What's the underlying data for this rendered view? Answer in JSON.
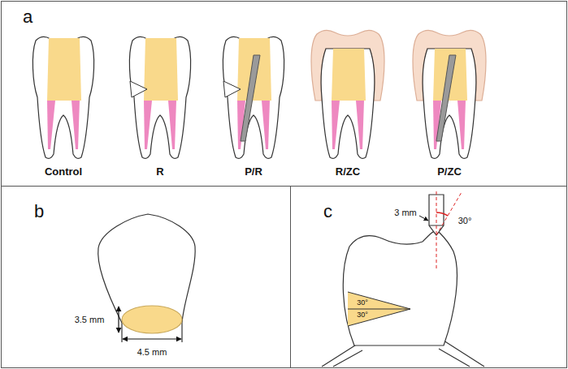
{
  "diagram": {
    "nodes": [
      {
        "text": [
          "a"
        ]
      },
      {
        "text": [
          "b"
        ]
      },
      {
        "text": [
          "c"
        ]
      }
    ],
    "labels": [
      "Control",
      "R",
      "P/R",
      "R/ZC",
      "P/ZC",
      "3.5 mm",
      "4.5 mm",
      "3 mm",
      "30°",
      "30°",
      "30°"
    ]
  }
}
